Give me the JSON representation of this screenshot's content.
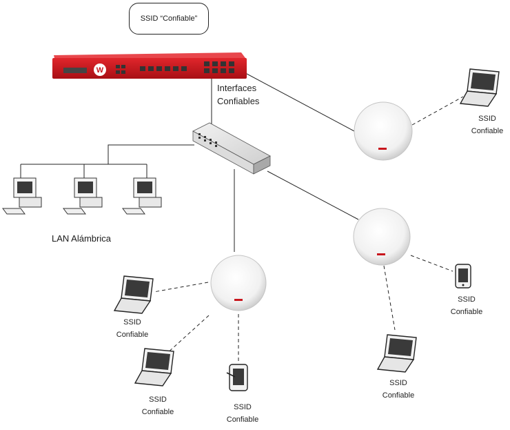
{
  "header_box": {
    "text": "SSID “Confiable”"
  },
  "firewall": {
    "interfaces_line1": "Interfaces",
    "interfaces_line2": "Confiables"
  },
  "lan": {
    "label": "LAN Alámbrica"
  },
  "clients": [
    {
      "id": "laptop-top-right",
      "kind": "laptop",
      "line1": "SSID",
      "line2": "Confiable"
    },
    {
      "id": "phone-right",
      "kind": "phone",
      "line1": "SSID",
      "line2": "Confiable"
    },
    {
      "id": "laptop-bottom-right",
      "kind": "laptop",
      "line1": "SSID",
      "line2": "Confiable"
    },
    {
      "id": "laptop-left",
      "kind": "laptop",
      "line1": "SSID",
      "line2": "Confiable"
    },
    {
      "id": "laptop-bottom-left",
      "kind": "laptop",
      "line1": "SSID",
      "line2": "Confiable"
    },
    {
      "id": "phone-bottom",
      "kind": "phone",
      "line1": "SSID",
      "line2": "Confiable"
    }
  ],
  "colors": {
    "firewall_red": "#c8161d",
    "line": "#222222",
    "ap_fill": "#f4f4f4"
  }
}
